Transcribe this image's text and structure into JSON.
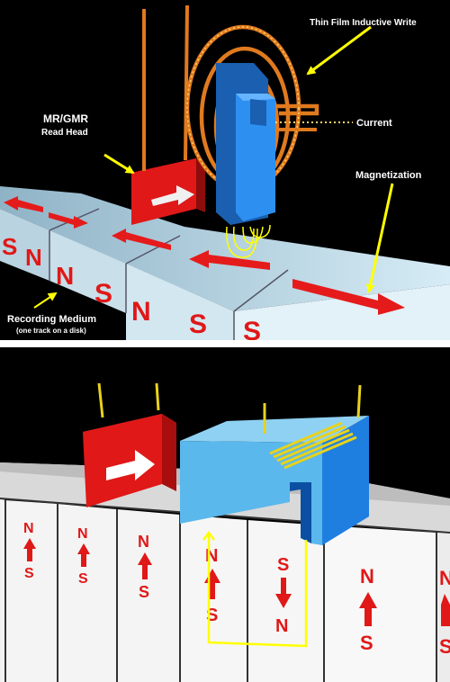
{
  "top_panel": {
    "labels": {
      "write_head": "Thin Film Inductive Write",
      "read_head_line1": "MR/GMR",
      "read_head_line2": "Read Head",
      "current": "Current",
      "magnetization": "Magnetization",
      "medium_line1": "Recording Medium",
      "medium_line2": "(one track on a disk)"
    },
    "poles": [
      "S",
      "N",
      "N",
      "S",
      "N",
      "S",
      "S"
    ]
  },
  "bottom_panel": {
    "cells": [
      {
        "top": "N",
        "bottom": "S",
        "dir": "up"
      },
      {
        "top": "N",
        "bottom": "S",
        "dir": "up"
      },
      {
        "top": "N",
        "bottom": "S",
        "dir": "up"
      },
      {
        "top": "N",
        "bottom": "S",
        "dir": "up"
      },
      {
        "top": "S",
        "bottom": "N",
        "dir": "down"
      },
      {
        "top": "N",
        "bottom": "S",
        "dir": "up"
      },
      {
        "top": "N",
        "bottom": "S",
        "dir": "up"
      }
    ]
  },
  "colors": {
    "background": "#000000",
    "annotation": "#ffff00",
    "medium_face": "#cfe6f2",
    "read_head": "#e01818",
    "write_head": "#1f7fe0",
    "coil": "#e07a1e",
    "arrow": "#e51b1b"
  }
}
